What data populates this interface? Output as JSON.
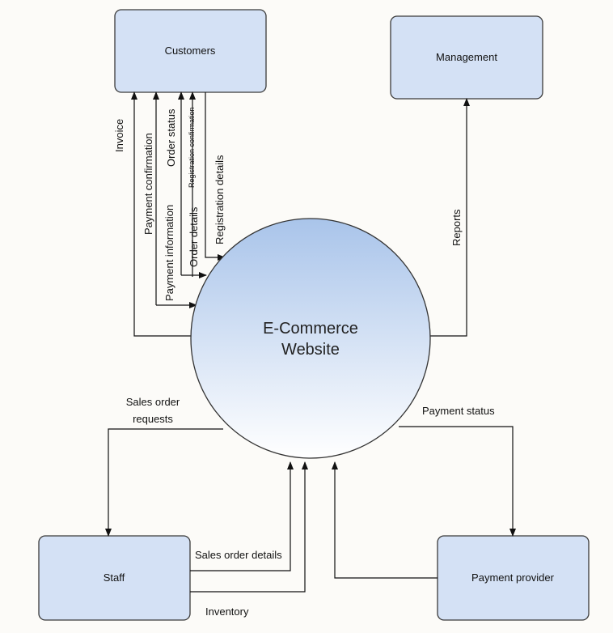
{
  "entities": {
    "customers": "Customers",
    "management": "Management",
    "staff": "Staff",
    "payment_provider": "Payment provider"
  },
  "process": {
    "line1": "E-Commerce",
    "line2": "Website"
  },
  "flows": {
    "invoice": "Invoice",
    "payment_confirmation": "Payment confirmation",
    "payment_information": "Payment information",
    "order_status": "Order status",
    "order_details": "Order details",
    "registration_confirmation": "Registration confirmation",
    "registration_details": "Registration details",
    "reports": "Reports",
    "sales_order_requests_line1": "Sales order",
    "sales_order_requests_line2": "requests",
    "payment_status": "Payment status",
    "sales_order_details": "Sales order details",
    "inventory": "Inventory"
  },
  "colors": {
    "entity_fill": "#d4e1f5",
    "entity_stroke": "#3a3a3a",
    "process_top": "#a9c4ea",
    "process_bottom": "#ffffff"
  }
}
